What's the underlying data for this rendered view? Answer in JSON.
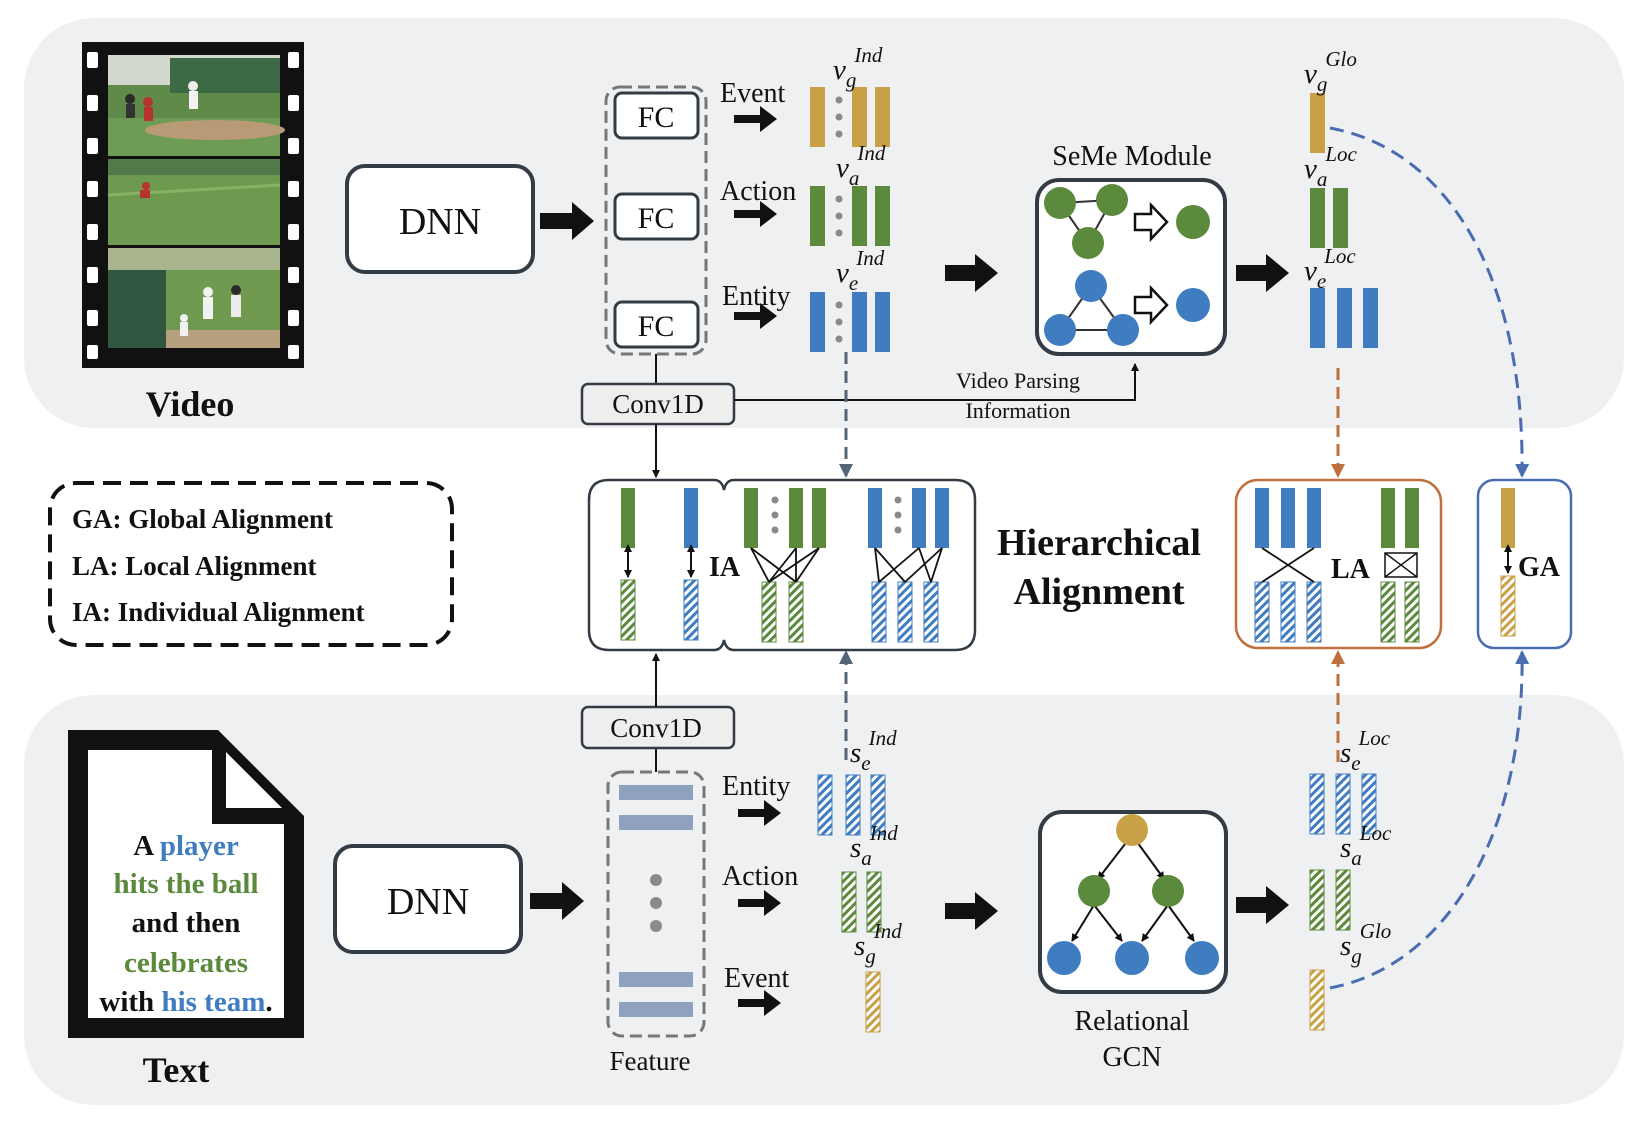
{
  "colors": {
    "panel_bg": "#eff0f1",
    "orange": "#c8a046",
    "green": "#5b8a3c",
    "blue": "#3f7cc0",
    "gray_bar": "#8ea2be",
    "la_border": "#c0703c",
    "ga_border": "#4a6cb0",
    "dash_blue": "#4a6cb0",
    "dash_orange": "#c0703c",
    "dark": "#333b44"
  },
  "video": {
    "label": "Video",
    "dnn_label": "DNN",
    "fc_labels": [
      "FC",
      "FC",
      "FC"
    ],
    "conv_label": "Conv1D",
    "branch_labels": [
      "Event",
      "Action",
      "Entity"
    ],
    "seme_title": "SeMe Module",
    "parsing_info_line1": "Video Parsing",
    "parsing_info_line2": "Information"
  },
  "text": {
    "label": "Text",
    "dnn_label": "DNN",
    "conv_label": "Conv1D",
    "feature_label": "Feature",
    "branch_labels": [
      "Entity",
      "Action",
      "Event"
    ],
    "gcn_line1": "Relational",
    "gcn_line2": "GCN",
    "sentence_lines": [
      [
        {
          "t": "A ",
          "c": "black"
        },
        {
          "t": "player",
          "c": "blue"
        }
      ],
      [
        {
          "t": "hits the ball",
          "c": "green"
        }
      ],
      [
        {
          "t": "and then",
          "c": "black"
        }
      ],
      [
        {
          "t": "celebrates",
          "c": "green"
        }
      ],
      [
        {
          "t": "with ",
          "c": "black"
        },
        {
          "t": "his team",
          "c": "blue"
        },
        {
          "t": ".",
          "c": "black"
        }
      ]
    ]
  },
  "symbols": {
    "v_ind_base": "v",
    "v_ind_subs": [
      "g",
      "a",
      "e"
    ],
    "v_ind_sup": "Ind",
    "v_glo_base": "v",
    "v_glo_sub": "g",
    "v_glo_sup": "Glo",
    "v_loc_base": "v",
    "v_loc_subs": [
      "a",
      "e"
    ],
    "v_loc_sup": "Loc",
    "s_ind_base": "s",
    "s_ind_subs": [
      "e",
      "a",
      "g"
    ],
    "s_ind_sup": "Ind",
    "s_loc_base": "s",
    "s_loc_subs": [
      "e",
      "a"
    ],
    "s_loc_sup": "Loc",
    "s_glo_base": "s",
    "s_glo_sub": "g",
    "s_glo_sup": "Glo"
  },
  "alignment": {
    "ia_label": "IA",
    "la_label": "LA",
    "ga_label": "GA",
    "title_line1": "Hierarchical",
    "title_line2": "Alignment"
  },
  "legend": {
    "items": [
      "GA: Global Alignment",
      "LA: Local Alignment",
      "IA: Individual Alignment"
    ]
  }
}
